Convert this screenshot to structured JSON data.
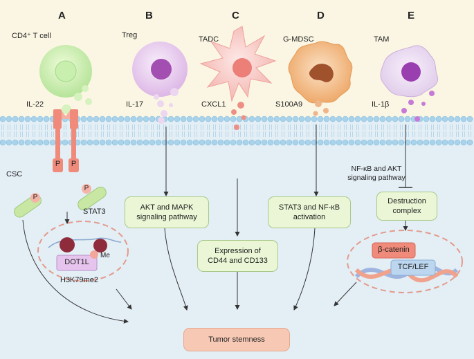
{
  "panels": {
    "A": {
      "letter": "A",
      "cell": "CD4⁺ T cell",
      "cytokine": "IL-22"
    },
    "B": {
      "letter": "B",
      "cell": "Treg",
      "cytokine": "IL-17"
    },
    "C": {
      "letter": "C",
      "cell": "TADC",
      "cytokine": "CXCL1"
    },
    "D": {
      "letter": "D",
      "cell": "G-MDSC",
      "cytokine": "S100A9"
    },
    "E": {
      "letter": "E",
      "cell": "TAM",
      "cytokine": "IL-1β"
    }
  },
  "labels": {
    "csc": "CSC",
    "stat3": "STAT3",
    "dot1l": "DOT1L",
    "me": "Me",
    "h3k79": "H3K79me2",
    "p": "P",
    "nfkb_akt": "NF-κB and AKT\nsignaling pathway",
    "beta_catenin": "β-catenin",
    "tcf_lef": "TCF/LEF"
  },
  "boxes": {
    "akt_mapk": "AKT and MAPK\nsignaling pathway",
    "cd44": "Expression of\nCD44 and CD133",
    "stat3_nfkb": "STAT3 and NF-κB\nactivation",
    "destruction": "Destruction\ncomplex",
    "stemness": "Tumor stemness"
  },
  "colors": {
    "top_background": "#fbf6e3",
    "bottom_background": "#e3eef5",
    "membrane_head": "#a9d3ea",
    "green_box": "#eaf6d5",
    "stemness_box": "#f7c9b5",
    "receptor": "#f08a7a",
    "dashed_ring": "#e49a8c"
  }
}
